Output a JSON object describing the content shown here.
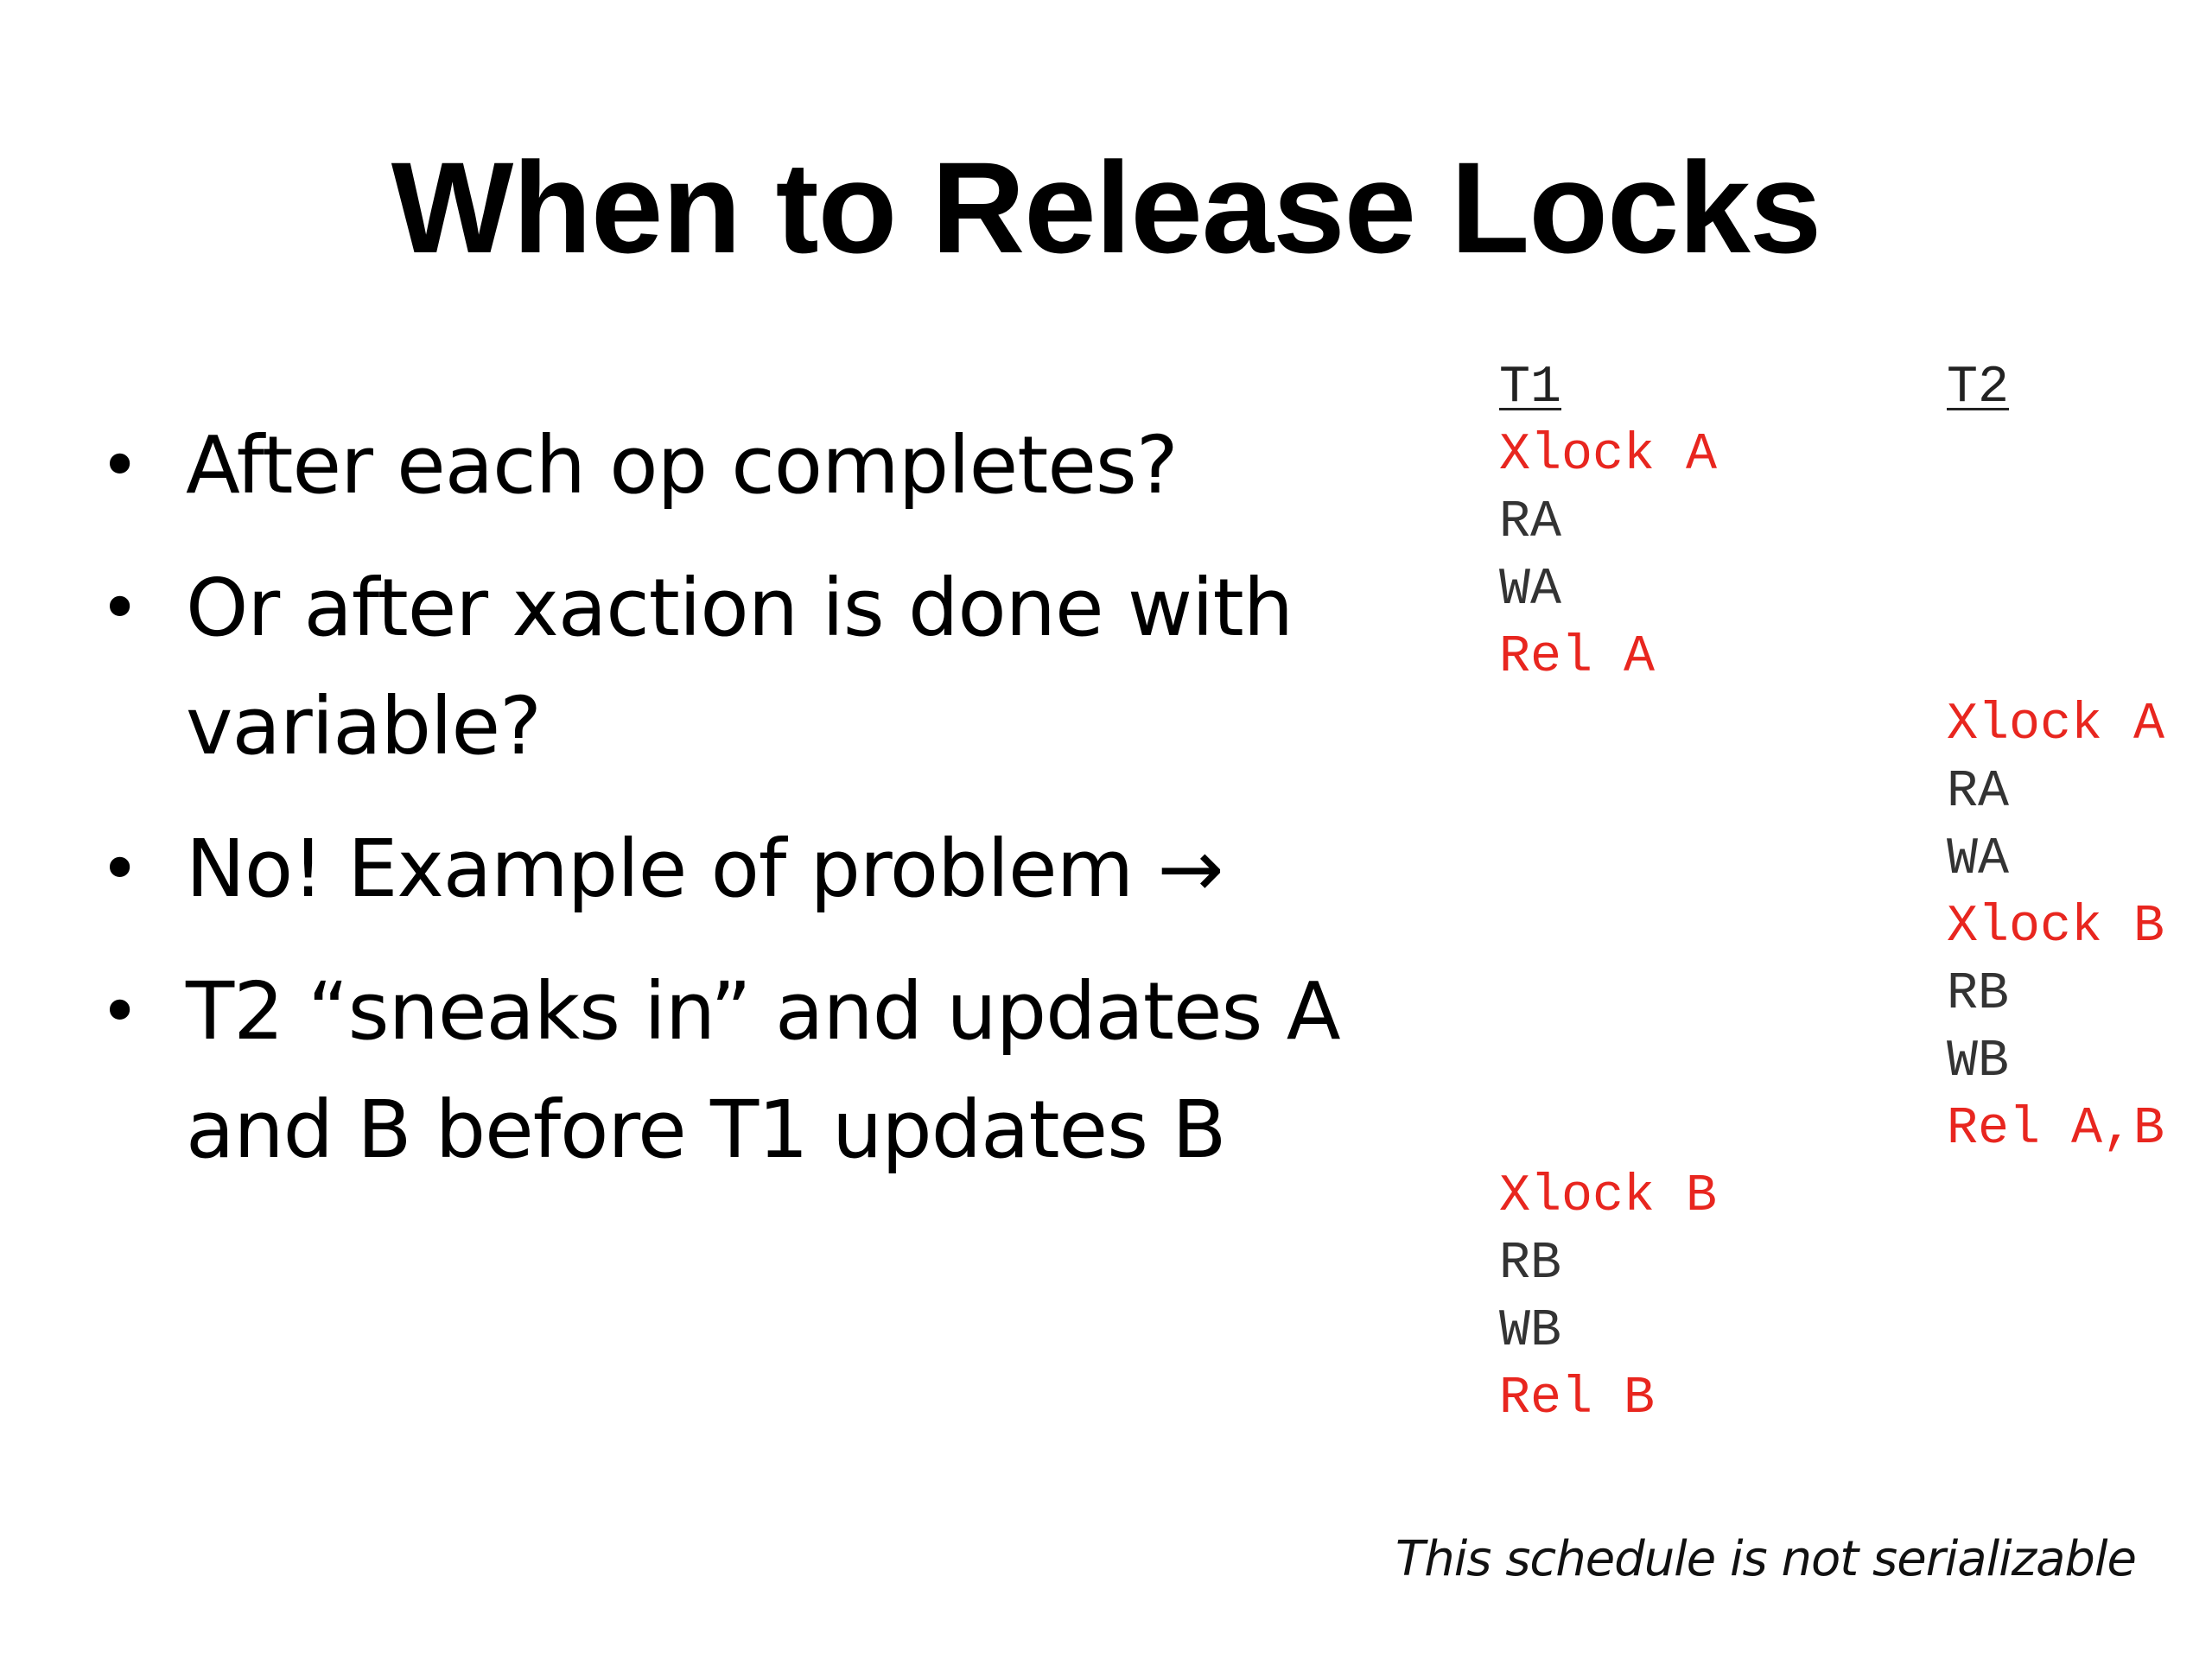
{
  "slide": {
    "title": "When to Release Locks",
    "bullets": [
      "After each op completes?",
      "Or after xaction is done with variable?",
      "No! Example of problem →",
      "T2 “sneaks in” and updates A and B before T1 updates B"
    ],
    "bullet_glyph": "•",
    "caption": "This schedule is not serializable"
  },
  "schedule": {
    "headers": {
      "t1": "T1",
      "t2": "T2"
    },
    "lock_color": "#e8261f",
    "text_color": "#333333",
    "ops": [
      {
        "col": "t1",
        "text": "Xlock A",
        "lock": true
      },
      {
        "col": "t1",
        "text": "RA",
        "lock": false
      },
      {
        "col": "t1",
        "text": "WA",
        "lock": false
      },
      {
        "col": "t1",
        "text": "Rel A",
        "lock": true
      },
      {
        "col": "t2",
        "text": "Xlock A",
        "lock": true
      },
      {
        "col": "t2",
        "text": "RA",
        "lock": false
      },
      {
        "col": "t2",
        "text": "WA",
        "lock": false
      },
      {
        "col": "t2",
        "text": "Xlock B",
        "lock": true
      },
      {
        "col": "t2",
        "text": "RB",
        "lock": false
      },
      {
        "col": "t2",
        "text": "WB",
        "lock": false
      },
      {
        "col": "t2",
        "text": "Rel A,B",
        "lock": true
      },
      {
        "col": "t1",
        "text": "Xlock B",
        "lock": true
      },
      {
        "col": "t1",
        "text": "RB",
        "lock": false
      },
      {
        "col": "t1",
        "text": "WB",
        "lock": false
      },
      {
        "col": "t1",
        "text": "Rel B",
        "lock": true
      }
    ]
  }
}
